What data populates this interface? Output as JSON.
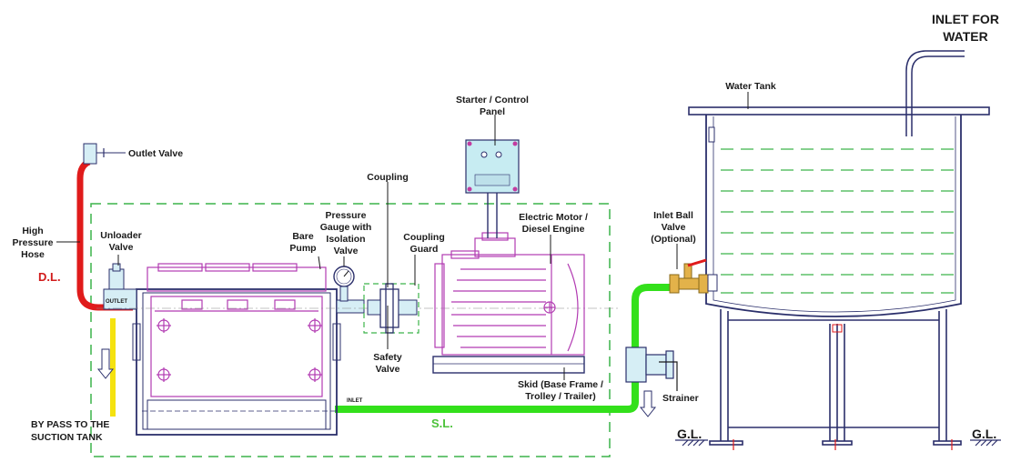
{
  "labels": {
    "inlet_for_water_line1": "INLET FOR",
    "inlet_for_water_line2": "WATER",
    "water_tank": "Water Tank",
    "starter_panel_line1": "Starter / Control",
    "starter_panel_line2": "Panel",
    "outlet_valve": "Outlet Valve",
    "coupling": "Coupling",
    "pressure_gauge_line1": "Pressure",
    "pressure_gauge_line2": "Gauge with",
    "pressure_gauge_line3": "Isolation",
    "pressure_gauge_line4": "Valve",
    "coupling_guard_line1": "Coupling",
    "coupling_guard_line2": "Guard",
    "electric_motor_line1": "Electric Motor /",
    "electric_motor_line2": "Diesel Engine",
    "inlet_ball_valve_line1": "Inlet Ball",
    "inlet_ball_valve_line2": "Valve",
    "inlet_ball_valve_line3": "(Optional)",
    "high_pressure_hose_line1": "High",
    "high_pressure_hose_line2": "Pressure",
    "high_pressure_hose_line3": "Hose",
    "unloader_valve_line1": "Unloader",
    "unloader_valve_line2": "Valve",
    "bare_pump_line1": "Bare",
    "bare_pump_line2": "Pump",
    "dl": "D.L.",
    "outlet_tag": "OUTLET",
    "inlet_tag": "INLET",
    "safety_valve_line1": "Safety",
    "safety_valve_line2": "Valve",
    "skid_line1": "Skid (Base Frame /",
    "skid_line2": "Trolley / Trailer)",
    "strainer": "Strainer",
    "bypass_line1": "BY PASS TO THE",
    "bypass_line2": "SUCTION TANK",
    "sl": "S.L.",
    "gl_left": "G.L.",
    "gl_right": "G.L."
  },
  "colors": {
    "discharge_hose": "#e01b1b",
    "suction_line": "#33e01b",
    "bypass_line": "#f5e20f",
    "skid_boundary": "#3cb34a",
    "tank_level_lines": "#3cb34a",
    "pump_outline": "#b23bb2",
    "frame_outline": "#2b2f6b",
    "panel_fill": "#c7ecf2"
  }
}
